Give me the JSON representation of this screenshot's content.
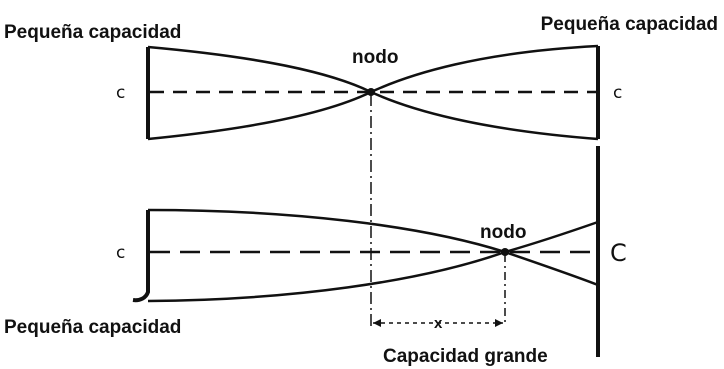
{
  "labels": {
    "top_left": "Pequeña capacidad",
    "top_right": "Pequeña capacidad",
    "bottom_left": "Pequeña capacidad",
    "bottom_right": "Capacidad grande",
    "node_top": "nodo",
    "node_bottom": "nodo",
    "c_top_left": "c",
    "c_top_right": "c",
    "c_bottom_left": "c",
    "c_bottom_right": "C",
    "x_marker": "x"
  }
}
